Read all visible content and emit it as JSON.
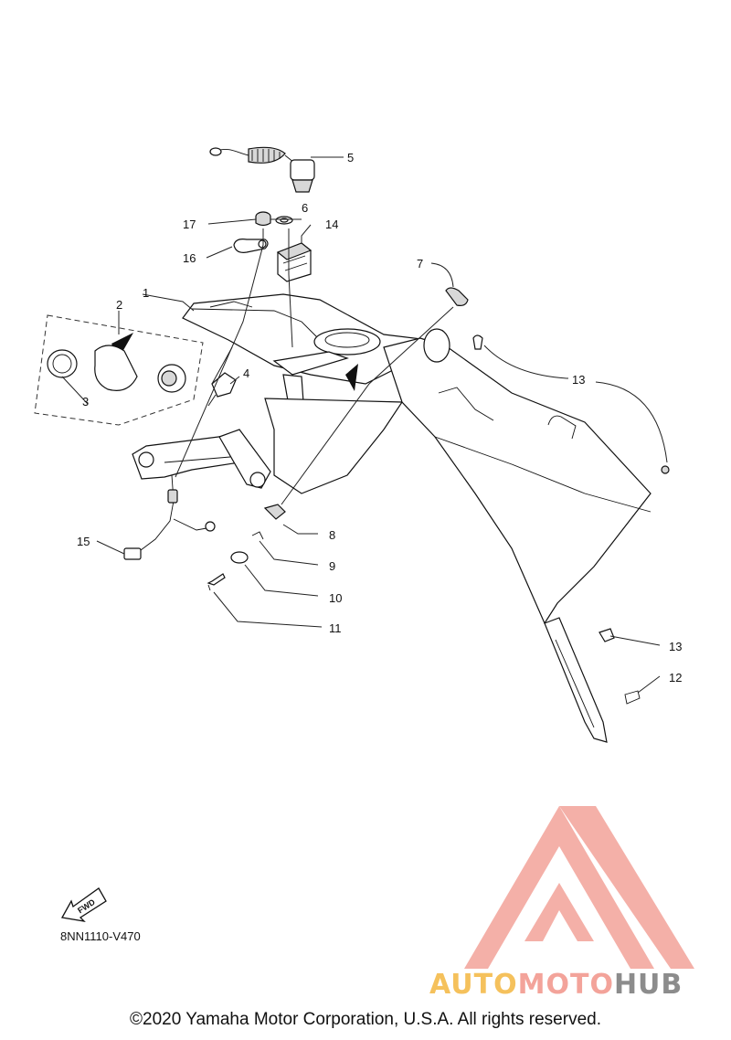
{
  "diagram": {
    "callouts": [
      {
        "num": "1"
      },
      {
        "num": "2"
      },
      {
        "num": "3"
      },
      {
        "num": "4"
      },
      {
        "num": "5"
      },
      {
        "num": "6"
      },
      {
        "num": "7"
      },
      {
        "num": "8"
      },
      {
        "num": "9"
      },
      {
        "num": "10"
      },
      {
        "num": "11"
      },
      {
        "num": "12"
      },
      {
        "num": "13"
      },
      {
        "num": "13"
      },
      {
        "num": "14"
      },
      {
        "num": "15"
      },
      {
        "num": "16"
      },
      {
        "num": "17"
      }
    ],
    "fwd_label": "FWD",
    "diagram_code": "8NN1110-V470"
  },
  "watermark": {
    "part1": "AUTO",
    "part2": "MOTO",
    "part3": "HUB",
    "colors": {
      "auto": "#f5c15c",
      "moto": "#f3a39a",
      "hub": "#8c8c8c",
      "logo": "#f3a39a"
    }
  },
  "footer": {
    "copyright": "©2020 Yamaha Motor Corporation, U.S.A. All rights reserved."
  }
}
